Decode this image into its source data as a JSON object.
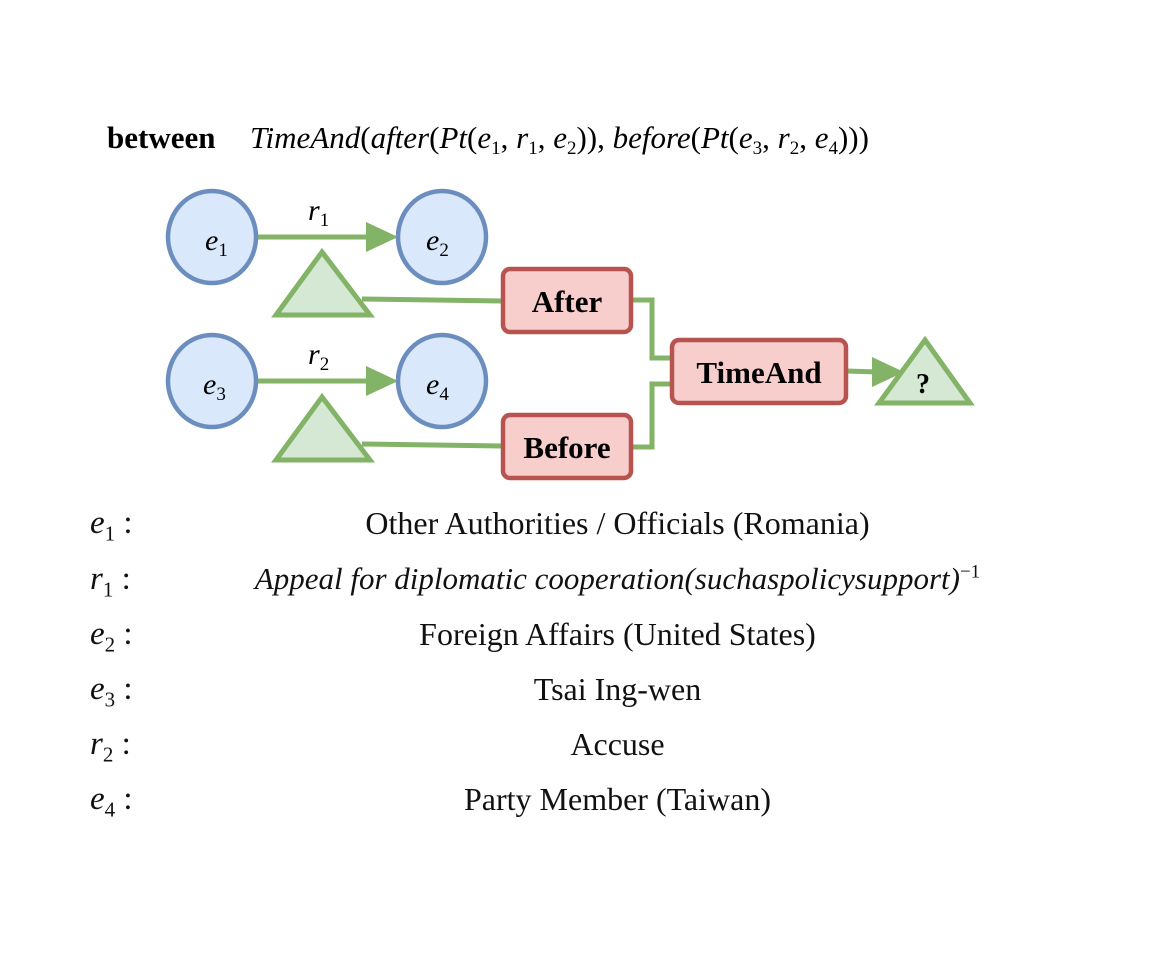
{
  "header": {
    "keyword": "between",
    "formula": {
      "func": "TimeAnd",
      "arg1": "after",
      "arg2": "before",
      "pt": "Pt",
      "e": "e",
      "r": "r",
      "s1": "1",
      "s2": "2",
      "s3": "3",
      "s4": "4"
    }
  },
  "graph": {
    "nodes": {
      "e1": {
        "base": "e",
        "sub": "1"
      },
      "e2": {
        "base": "e",
        "sub": "2"
      },
      "e3": {
        "base": "e",
        "sub": "3"
      },
      "e4": {
        "base": "e",
        "sub": "4"
      }
    },
    "edges": {
      "r1": {
        "base": "r",
        "sub": "1"
      },
      "r2": {
        "base": "r",
        "sub": "2"
      }
    },
    "ops": {
      "after": "After",
      "before": "Before",
      "timeand": "TimeAnd"
    },
    "answer": "?"
  },
  "legend": [
    {
      "base": "e",
      "sub": "1",
      "value": "Other Authorities / Officials (Romania)"
    },
    {
      "base": "r",
      "sub": "1",
      "value": "Appeal for diplomatic cooperation(suchaspolicysupport)",
      "sup": "−1"
    },
    {
      "base": "e",
      "sub": "2",
      "value": "Foreign Affairs (United States)"
    },
    {
      "base": "e",
      "sub": "3",
      "value": "Tsai Ing-wen"
    },
    {
      "base": "r",
      "sub": "2",
      "value": "Accuse"
    },
    {
      "base": "e",
      "sub": "4",
      "value": "Party Member (Taiwan)"
    }
  ],
  "colors": {
    "entity_fill": "#dae8fc",
    "entity_stroke": "#6c8ebf",
    "edge": "#82b366",
    "anchor_fill": "#d5e8d4",
    "op_fill": "#f8cecc",
    "op_stroke": "#b85450"
  }
}
